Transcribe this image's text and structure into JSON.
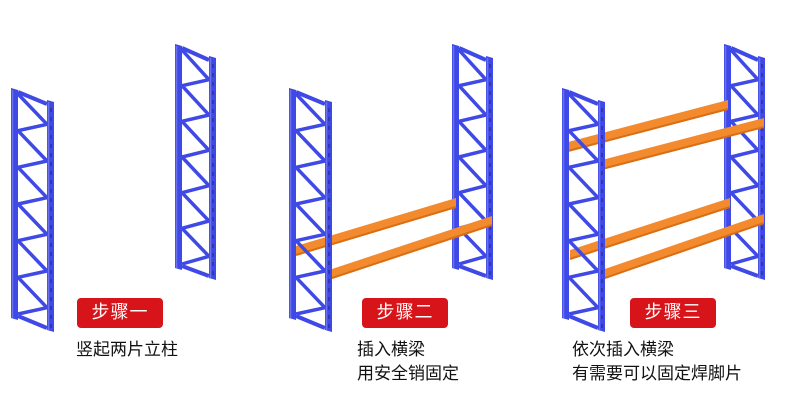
{
  "colors": {
    "upright": "#3f49e6",
    "upright_shadow": "#2f36b8",
    "upright_light": "#6a72f0",
    "beam": "#f38a2d",
    "beam_shadow": "#d96e12",
    "badge": "#d7141a"
  },
  "steps": [
    {
      "badge": "步骤一",
      "lines": [
        "竖起两片立柱"
      ]
    },
    {
      "badge": "步骤二",
      "lines": [
        "插入横梁",
        "用安全销固定"
      ]
    },
    {
      "badge": "步骤三",
      "lines": [
        "依次插入横梁",
        "有需要可以固定焊脚片"
      ]
    }
  ]
}
